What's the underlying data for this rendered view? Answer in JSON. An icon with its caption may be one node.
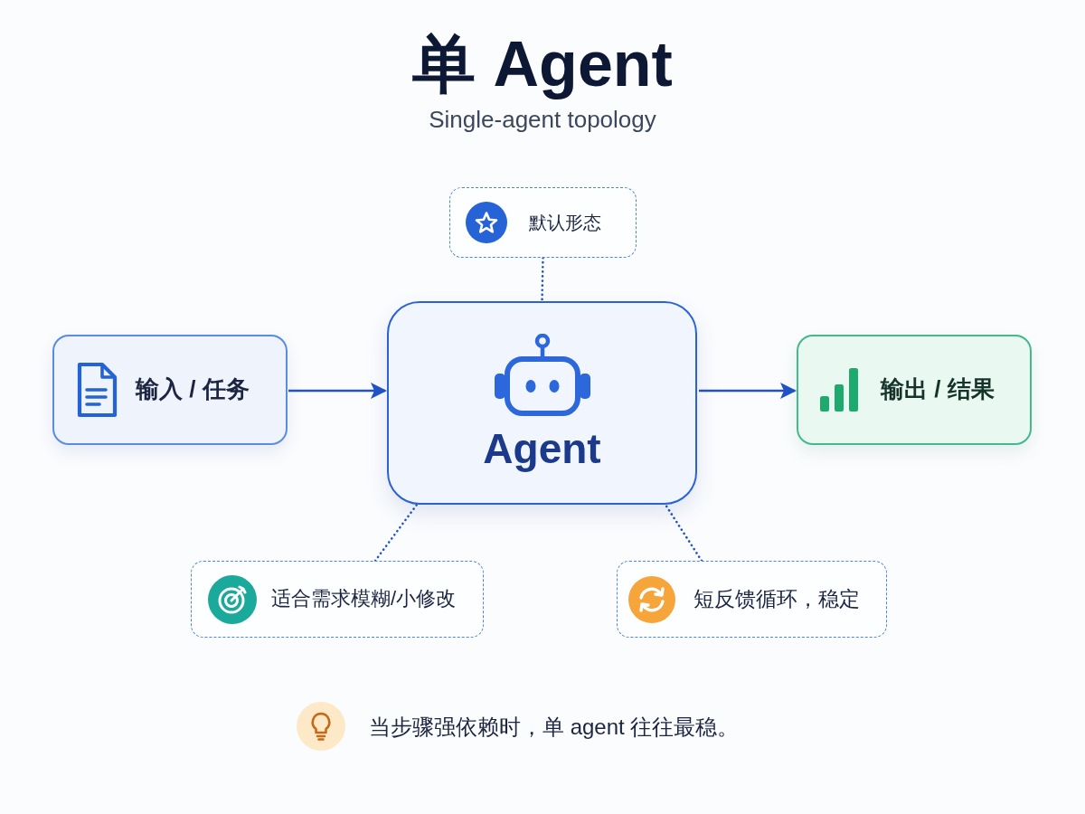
{
  "diagram": {
    "title": "单 Agent",
    "nodes": [
      {
        "text": [
          "默认形态"
        ]
      },
      {
        "text": [
          "输入 / 任务"
        ]
      },
      {
        "text": [
          "Agent"
        ]
      },
      {
        "text": [
          "输出 / 结果"
        ]
      },
      {
        "text": [
          "适合需求模糊/小修改"
        ]
      },
      {
        "text": [
          "短反馈循环，稳定"
        ]
      }
    ],
    "edges": [
      {
        "from": 0,
        "to": 2,
        "arrow": "none",
        "style": "dashed"
      },
      {
        "from": 1,
        "to": 2,
        "arrow": "to"
      },
      {
        "from": 2,
        "to": 3,
        "arrow": "to"
      },
      {
        "from": 4,
        "to": 2,
        "arrow": "none",
        "style": "dashed"
      },
      {
        "from": 5,
        "to": 2,
        "arrow": "none",
        "style": "dashed"
      }
    ],
    "labels": [
      "Single-agent topology",
      "当步骤强依赖时，单 agent 往往最稳。"
    ]
  }
}
